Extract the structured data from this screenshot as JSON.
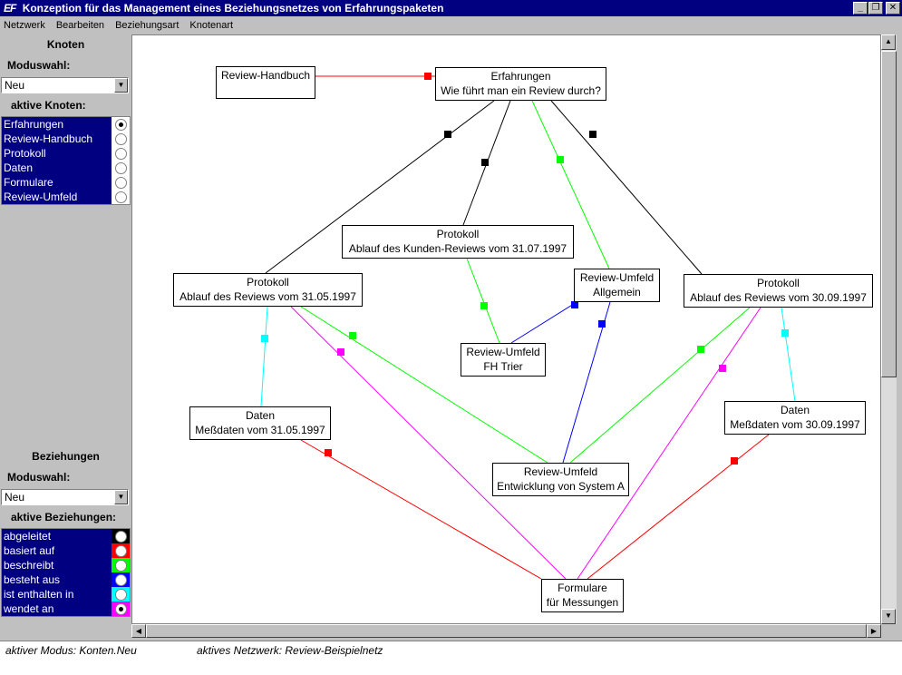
{
  "window": {
    "logo": "EF",
    "title": "Konzeption für das Management eines Beziehungsnetzes von Erfahrungspaketen",
    "buttons": {
      "minimize": "_",
      "maximize": "❐",
      "close": "✕"
    }
  },
  "menu": [
    "Netzwerk",
    "Bearbeiten",
    "Beziehungsart",
    "Knotenart"
  ],
  "sidebar": {
    "nodes_title": "Knoten",
    "nodes_mode_label": "Moduswahl:",
    "nodes_mode_value": "Neu",
    "active_nodes_label": "aktive Knoten:",
    "active_nodes": [
      {
        "label": "Erfahrungen",
        "selected": true
      },
      {
        "label": "Review-Handbuch",
        "selected": false
      },
      {
        "label": "Protokoll",
        "selected": false
      },
      {
        "label": "Daten",
        "selected": false
      },
      {
        "label": "Formulare",
        "selected": false
      },
      {
        "label": "Review-Umfeld",
        "selected": false
      }
    ],
    "relations_title": "Beziehungen",
    "relations_mode_label": "Moduswahl:",
    "relations_mode_value": "Neu",
    "active_relations_label": "aktive Beziehungen:",
    "active_relations": [
      {
        "label": "abgeleitet",
        "color": "#000000",
        "selected": false
      },
      {
        "label": "basiert auf",
        "color": "#ff0000",
        "selected": false
      },
      {
        "label": "beschreibt",
        "color": "#00ff00",
        "selected": false
      },
      {
        "label": "besteht aus",
        "color": "#0000ff",
        "selected": false
      },
      {
        "label": "ist enthalten in",
        "color": "#00ffff",
        "selected": false
      },
      {
        "label": "wendet an",
        "color": "#ff00ff",
        "selected": true
      }
    ]
  },
  "network": {
    "nodes": [
      {
        "id": "handbuch",
        "line1": "Review-Handbuch",
        "line2": ""
      },
      {
        "id": "erfahrungen",
        "line1": "Erfahrungen",
        "line2": "Wie führt man ein Review durch?"
      },
      {
        "id": "prot_kunden",
        "line1": "Protokoll",
        "line2": "Ablauf des Kunden-Reviews vom 31.07.1997"
      },
      {
        "id": "prot_0531",
        "line1": "Protokoll",
        "line2": "Ablauf des Reviews vom 31.05.1997"
      },
      {
        "id": "umfeld_allg",
        "line1": "Review-Umfeld",
        "line2": "Allgemein"
      },
      {
        "id": "prot_0930",
        "line1": "Protokoll",
        "line2": "Ablauf des Reviews vom 30.09.1997"
      },
      {
        "id": "umfeld_fh",
        "line1": "Review-Umfeld",
        "line2": "FH Trier"
      },
      {
        "id": "daten_0531",
        "line1": "Daten",
        "line2": "Meßdaten vom 31.05.1997"
      },
      {
        "id": "daten_0930",
        "line1": "Daten",
        "line2": "Meßdaten vom 30.09.1997"
      },
      {
        "id": "umfeld_sys",
        "line1": "Review-Umfeld",
        "line2": "Entwicklung von System A"
      },
      {
        "id": "formulare",
        "line1": "Formulare",
        "line2": "für Messungen"
      }
    ],
    "edges": [
      {
        "from": "handbuch",
        "to": "erfahrungen",
        "color": "#ff0000"
      },
      {
        "from": "erfahrungen",
        "to": "prot_0531",
        "color": "#000000"
      },
      {
        "from": "erfahrungen",
        "to": "prot_kunden",
        "color": "#000000"
      },
      {
        "from": "erfahrungen",
        "to": "umfeld_allg",
        "color": "#00ff00"
      },
      {
        "from": "erfahrungen",
        "to": "prot_0930",
        "color": "#000000"
      },
      {
        "from": "prot_kunden",
        "to": "umfeld_fh",
        "color": "#00ff00"
      },
      {
        "from": "umfeld_allg",
        "to": "umfeld_fh",
        "color": "#0000ff"
      },
      {
        "from": "umfeld_allg",
        "to": "umfeld_sys",
        "color": "#0000ff"
      },
      {
        "from": "prot_0531",
        "to": "daten_0531",
        "color": "#00ffff"
      },
      {
        "from": "prot_0531",
        "to": "umfeld_sys",
        "color": "#00ff00"
      },
      {
        "from": "prot_0531",
        "to": "formulare",
        "color": "#ff00ff"
      },
      {
        "from": "prot_0930",
        "to": "umfeld_sys",
        "color": "#00ff00"
      },
      {
        "from": "prot_0930",
        "to": "formulare",
        "color": "#ff00ff"
      },
      {
        "from": "prot_0930",
        "to": "daten_0930",
        "color": "#00ffff"
      },
      {
        "from": "daten_0531",
        "to": "formulare",
        "color": "#ff0000"
      },
      {
        "from": "daten_0930",
        "to": "formulare",
        "color": "#ff0000"
      }
    ]
  },
  "status": {
    "mode": "aktiver Modus: Konten.Neu",
    "network": "aktives Netzwerk: Review-Beispielnetz"
  }
}
